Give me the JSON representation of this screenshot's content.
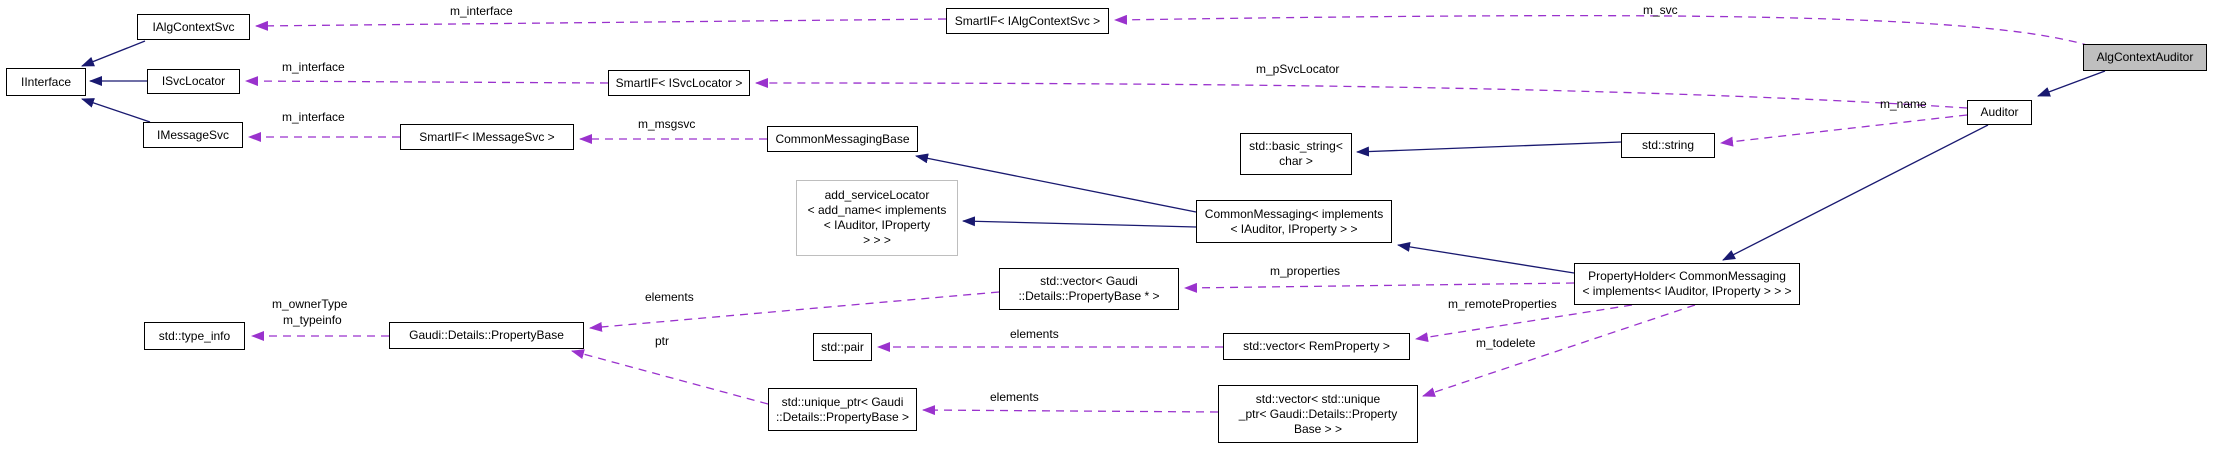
{
  "diagram": {
    "title": "AlgContextAuditor collaboration graph",
    "colors": {
      "inheritance_line": "#191970",
      "usage_line": "#9a32cd",
      "node_border": "#000000",
      "node_fill": "#ffffff",
      "focus_node_fill": "#bfbfbf",
      "muted_node_border": "#bebebe",
      "background": "#ffffff"
    },
    "nodes": [
      {
        "id": "ialgcontextsvc",
        "label": "IAlgContextSvc"
      },
      {
        "id": "iinterface",
        "label": "IInterface"
      },
      {
        "id": "isvclocator",
        "label": "ISvcLocator"
      },
      {
        "id": "imessagesvc",
        "label": "IMessageSvc"
      },
      {
        "id": "smartif-imessagesvc",
        "label": "SmartIF< IMessageSvc >"
      },
      {
        "id": "smartif-isvclocator",
        "label": "SmartIF< ISvcLocator >"
      },
      {
        "id": "smartif-ialgcontextsvc",
        "label": "SmartIF< IAlgContextSvc >"
      },
      {
        "id": "commonmessagingbase",
        "label": "CommonMessagingBase"
      },
      {
        "id": "add-servicelocator",
        "label": "add_serviceLocator\n< add_name< implements\n< IAuditor, IProperty\n> > >"
      },
      {
        "id": "std-basic-string",
        "label": "std::basic_string<\nchar >"
      },
      {
        "id": "std-string",
        "label": "std::string"
      },
      {
        "id": "auditor",
        "label": "Auditor"
      },
      {
        "id": "algcontextauditor",
        "label": "AlgContextAuditor"
      },
      {
        "id": "commonmessaging",
        "label": "CommonMessaging< implements\n< IAuditor, IProperty > >"
      },
      {
        "id": "propertyholder",
        "label": "PropertyHolder< CommonMessaging\n< implements< IAuditor, IProperty > > >"
      },
      {
        "id": "std-vector-propertybase-ptr",
        "label": "std::vector< Gaudi\n::Details::PropertyBase * >"
      },
      {
        "id": "std-pair",
        "label": "std::pair"
      },
      {
        "id": "std-vector-remproperty",
        "label": "std::vector< RemProperty >"
      },
      {
        "id": "std-unique-ptr-propertybase",
        "label": "std::unique_ptr< Gaudi\n::Details::PropertyBase >"
      },
      {
        "id": "std-vector-unique-ptr",
        "label": "std::vector< std::unique\n_ptr< Gaudi::Details::Property\nBase > >"
      },
      {
        "id": "std-type-info",
        "label": "std::type_info"
      },
      {
        "id": "gaudi-details-propertybase",
        "label": "Gaudi::Details::PropertyBase"
      }
    ],
    "edge_labels": [
      {
        "id": "m-interface-top",
        "label": "m_interface"
      },
      {
        "id": "m-svc",
        "label": "m_svc"
      },
      {
        "id": "m-interface-mid",
        "label": "m_interface"
      },
      {
        "id": "m-psvclocator",
        "label": "m_pSvcLocator"
      },
      {
        "id": "m-name",
        "label": "m_name"
      },
      {
        "id": "m-msgsvc",
        "label": "m_msgsvc"
      },
      {
        "id": "m-interface-bottom",
        "label": "m_interface"
      },
      {
        "id": "m-properties",
        "label": "m_properties"
      },
      {
        "id": "elements-propertybase",
        "label": "elements"
      },
      {
        "id": "m-remoteproperties",
        "label": "m_remoteProperties"
      },
      {
        "id": "m-todelete",
        "label": "m_todelete"
      },
      {
        "id": "elements-pair",
        "label": "elements"
      },
      {
        "id": "ptr",
        "label": "ptr"
      },
      {
        "id": "elements-uniqueptr",
        "label": "elements"
      },
      {
        "id": "m-ownertype",
        "label": "m_ownerType"
      },
      {
        "id": "m-typeinfo",
        "label": "m_typeinfo"
      }
    ]
  }
}
